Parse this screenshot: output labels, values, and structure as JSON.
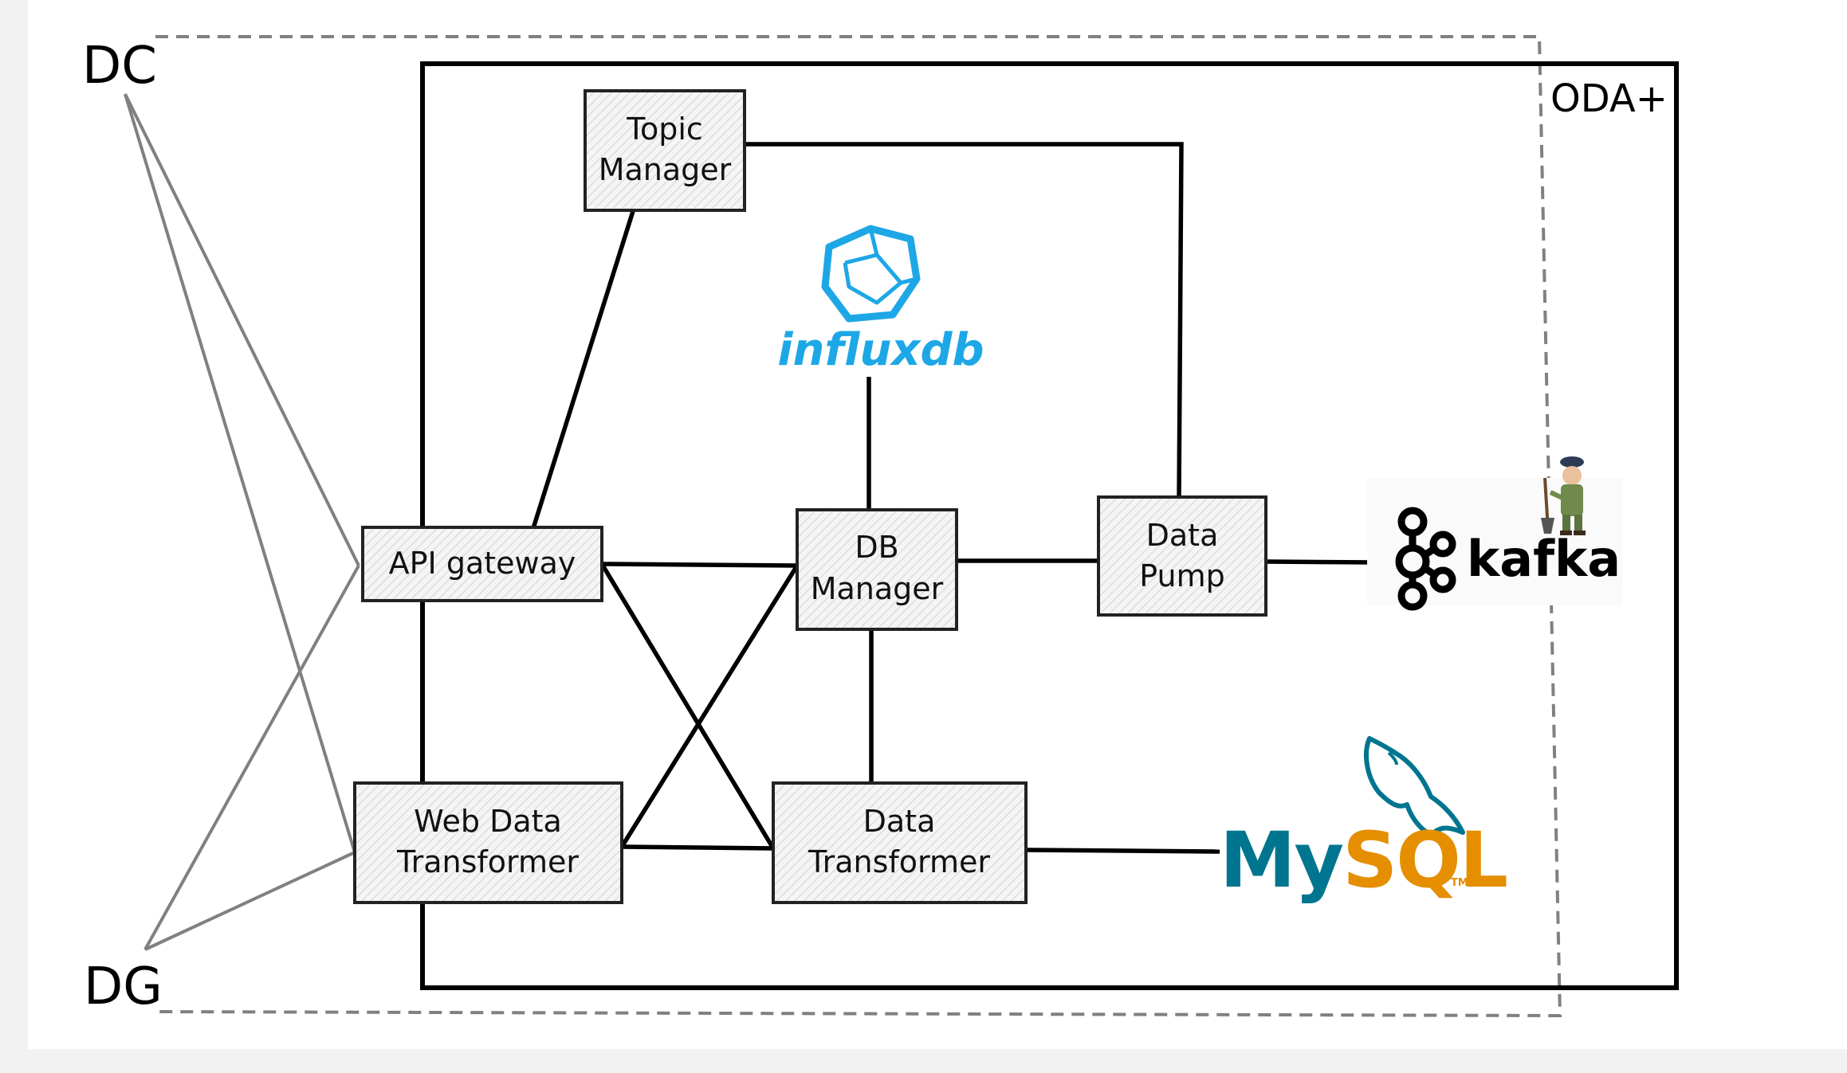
{
  "labels": {
    "dc": "DC",
    "dg": "DG",
    "oda": "ODA+"
  },
  "components": {
    "topic_manager": [
      "Topic",
      "Manager"
    ],
    "api_gateway": [
      "API gateway"
    ],
    "db_manager": [
      "DB",
      "Manager"
    ],
    "data_pump": [
      "Data",
      "Pump"
    ],
    "web_data_transformer": [
      "Web Data",
      "Transformer"
    ],
    "data_transformer": [
      "Data",
      "Transformer"
    ]
  },
  "logos": {
    "influxdb": "influxdb",
    "kafka": "kafka",
    "mysql_my": "My",
    "mysql_sql": "SQL",
    "mysql_tm": "TM"
  },
  "colors": {
    "influx": "#1ea7e6",
    "mysql_blue": "#00758f",
    "mysql_orange": "#e48e00",
    "box_fill": "#f0f0f0",
    "grey_line": "#808080"
  }
}
